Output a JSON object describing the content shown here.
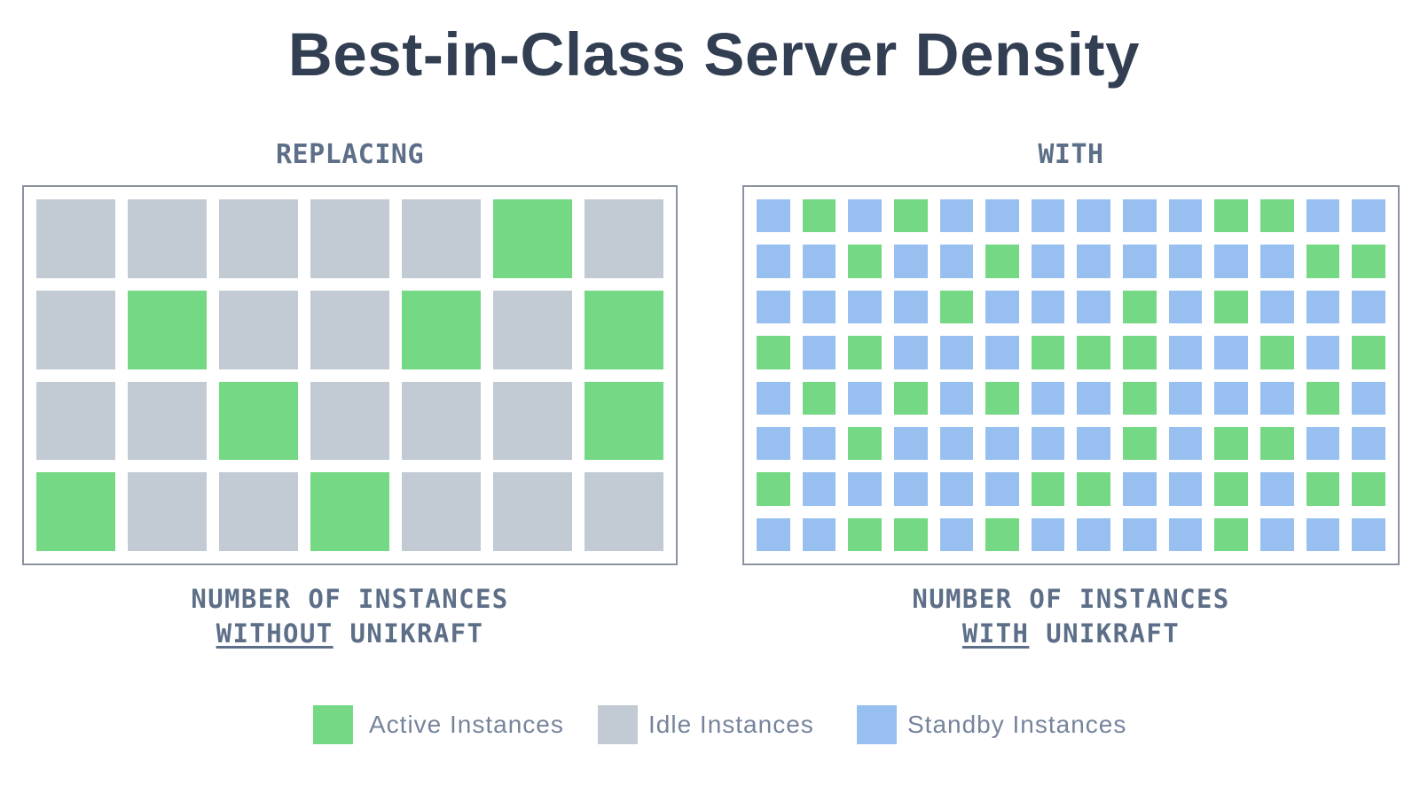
{
  "title": "Best-in-Class Server Density",
  "colors": {
    "active": "#74D884",
    "idle": "#C2CAD3",
    "standby": "#97C0F0",
    "panel_border": "#8A939F",
    "title_text": "#323E52",
    "label_text": "#5D6F88",
    "legend_text": "#76849B"
  },
  "cell_states": {
    "A": "active",
    "I": "idle",
    "S": "standby"
  },
  "panels": [
    {
      "heading": "REPLACING",
      "caption_line1": "NUMBER OF INSTANCES",
      "caption_emphasis": "WITHOUT",
      "caption_rest": " UNIKRAFT",
      "grid_columns": 7,
      "grid_rows": 4,
      "rows": [
        "IIIIIAI",
        "IAIIAIA",
        "IIAIIIA",
        "AIIAIII"
      ]
    },
    {
      "heading": "WITH",
      "caption_line1": "NUMBER OF INSTANCES",
      "caption_emphasis": "WITH",
      "caption_rest": " UNIKRAFT",
      "grid_columns": 14,
      "grid_rows": 8,
      "rows": [
        "SASASSSSSSAASS",
        "SSASSASSSSSSAA",
        "SSSSASSSASASSS",
        "ASASSSAAASSASA",
        "SASASASSASSSAS",
        "SSASSSSSASAASS",
        "ASSSSSAASSASAA",
        "SSAASASSSSASSS"
      ]
    }
  ],
  "legend": [
    {
      "label": "Active Instances",
      "color_key": "active"
    },
    {
      "label": "Idle Instances",
      "color_key": "idle"
    },
    {
      "label": "Standby Instances",
      "color_key": "standby"
    }
  ]
}
